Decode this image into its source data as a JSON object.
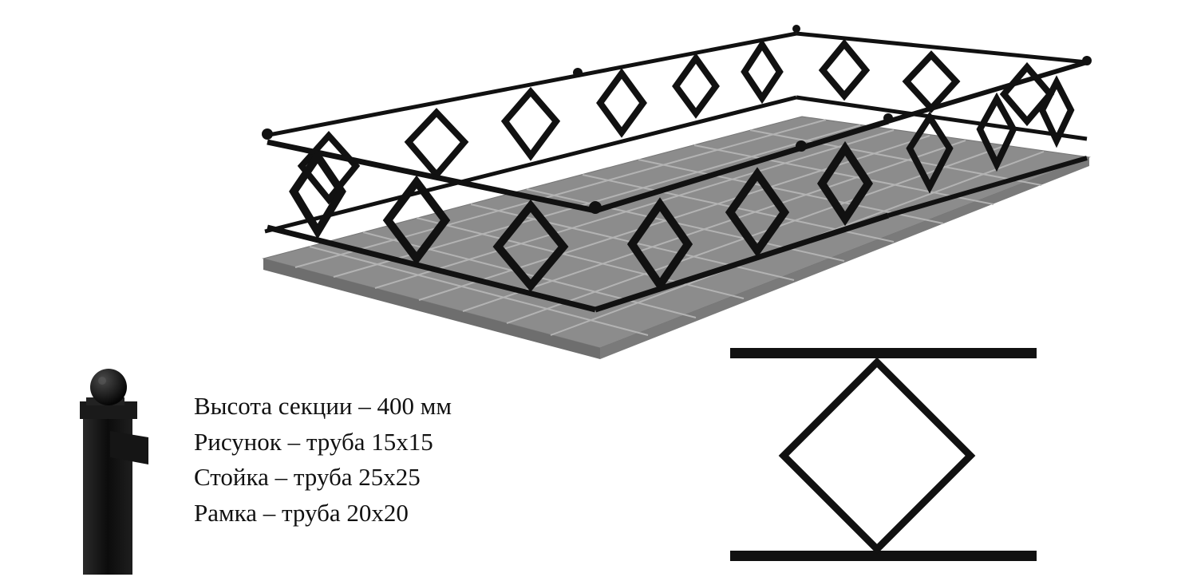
{
  "specs": [
    "Высота секции – 400 мм",
    "Рисунок – труба 15х15",
    "Стойка – труба 25х25",
    "Рамка – труба 20х20"
  ],
  "colors": {
    "metal": "#111111",
    "slab_top": "#8c8c8c",
    "slab_edge": "#6e6e6e",
    "tile_seam": "#b3b3b3",
    "background": "#ffffff"
  }
}
